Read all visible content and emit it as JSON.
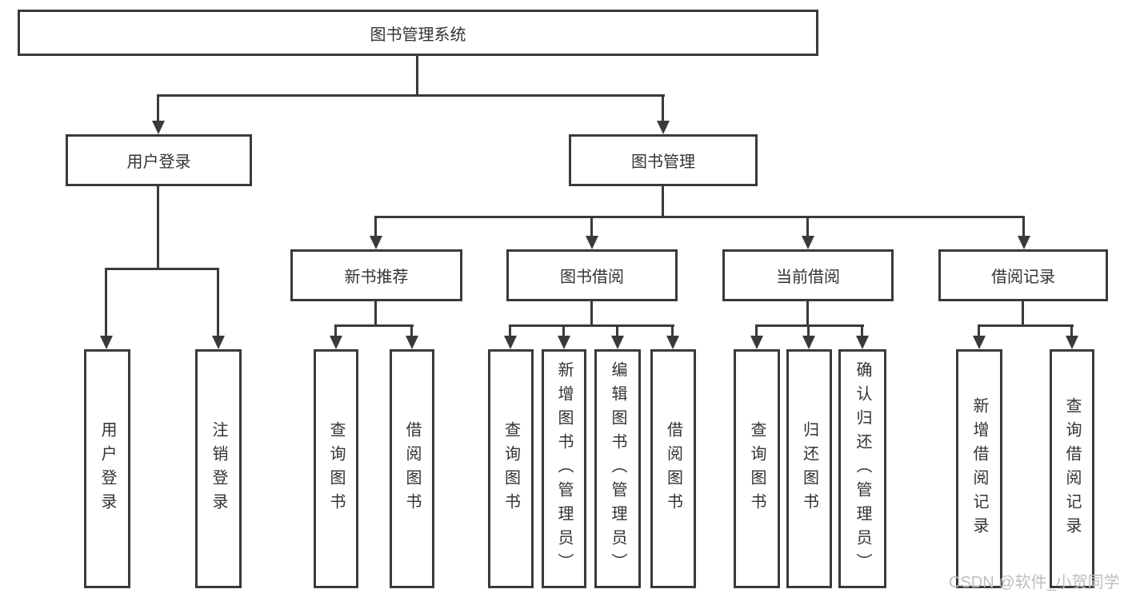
{
  "nodes": {
    "root": "图书管理系统",
    "level2": [
      "用户登录",
      "图书管理"
    ],
    "level3": [
      "新书推荐",
      "图书借阅",
      "当前借阅",
      "借阅记录"
    ],
    "leaves": {
      "login": [
        "用户登录",
        "注销登录"
      ],
      "recommend": [
        "查询图书",
        "借阅图书"
      ],
      "borrow": [
        "查询图书",
        "新增图书（管理员）",
        "编辑图书（管理员）",
        "借阅图书"
      ],
      "current": [
        "查询图书",
        "归还图书",
        "确认归还（管理员）"
      ],
      "records": [
        "新增借阅记录",
        "查询借阅记录"
      ]
    }
  },
  "watermark": {
    "text": "CSDN @软件_小贺同学"
  },
  "colors": {
    "line": "#3a3a3a",
    "text": "#333333",
    "watermark": "#bdbdbd",
    "bg": "#ffffff"
  }
}
